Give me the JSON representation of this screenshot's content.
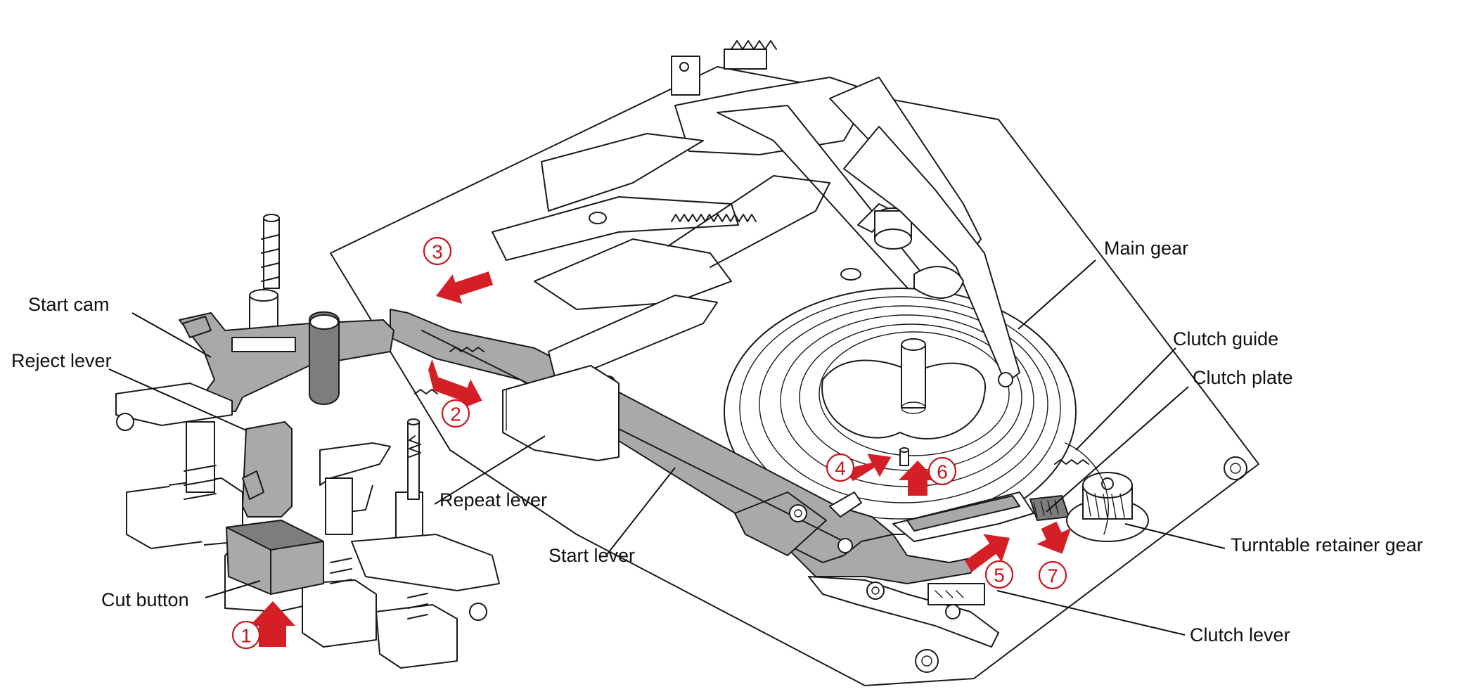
{
  "labels": {
    "main_gear": "Main gear",
    "clutch_guide": "Clutch guide",
    "clutch_plate": "Clutch plate",
    "start_cam": "Start cam",
    "reject_lever": "Reject lever",
    "repeat_lever": "Repeat lever",
    "start_lever": "Start lever",
    "turntable_retainer_gear": "Turntable retainer gear",
    "cut_button": "Cut button",
    "clutch_lever": "Clutch lever"
  },
  "steps": [
    "1",
    "2",
    "3",
    "4",
    "5",
    "6",
    "7"
  ],
  "colors": {
    "arrow": "#d51f26",
    "shaded_part": "#a9a9a9",
    "line": "#1a1a1a"
  }
}
